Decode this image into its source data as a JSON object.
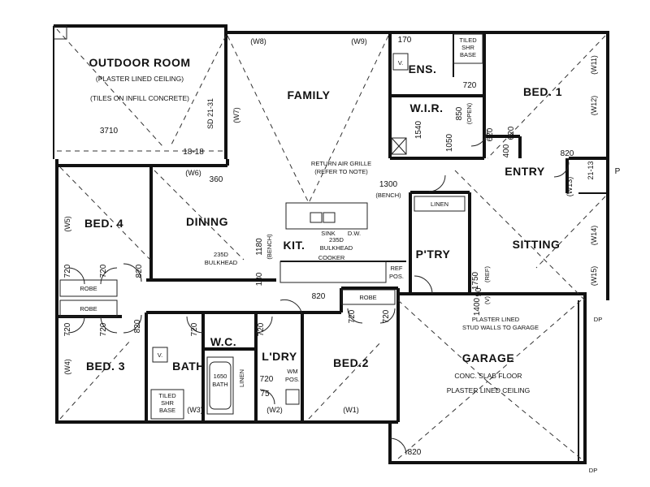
{
  "rooms": {
    "outdoor": "OUTDOOR ROOM",
    "outdoor_ceiling": "(PLASTER LINED CEILING)",
    "outdoor_tiles": "(TILES ON INFILL CONCRETE)",
    "family": "FAMILY",
    "ens": "ENS.",
    "bed1": "BED. 1",
    "wir": "W.I.R.",
    "dining": "DINING",
    "bed4": "BED. 4",
    "kit": "KIT.",
    "pantry": "P'TRY",
    "entry": "ENTRY",
    "sitting": "SITTING",
    "bed3": "BED. 3",
    "bath": "BATH",
    "wc": "W.C.",
    "laundry": "L'DRY",
    "bed2": "BED.2",
    "garage": "GARAGE",
    "garage_floor": "CONC. SLAB FLOOR",
    "garage_ceiling": "PLASTER LINED CEILING"
  },
  "windows": {
    "w1": "(W1)",
    "w2": "(W2)",
    "w3": "(W3)",
    "w4": "(W4)",
    "w5": "(W5)",
    "w6": "(W6)",
    "w7": "(W7)",
    "w8": "(W8)",
    "w9": "(W9)",
    "w11": "(W11)",
    "w12": "(W12)",
    "w13": "(W13)",
    "w14": "(W14)",
    "w15": "(W15)"
  },
  "dims": {
    "d3710": "3710",
    "d18_18": "18-18",
    "sd21_31": "SD 21-31",
    "d360": "360",
    "d170": "170",
    "d720_ens": "720",
    "d850": "850",
    "open": "(OPEN)",
    "d1540": "1540",
    "d1050": "1050",
    "d620a": "620",
    "d620b": "620",
    "d400": "400",
    "d820_entry": "820",
    "d21_13": "21-13",
    "d1300": "1300",
    "bench1": "(BENCH)",
    "d1180": "1180",
    "bench2": "(BENCH)",
    "d180": "180",
    "d1750": "1750",
    "d90": "90",
    "ref": "(REF)",
    "d1400": "1400",
    "vcol": "(V)",
    "d720_b4l": "720",
    "d720_b4r": "720",
    "d820_b4": "820",
    "d820_hall": "820",
    "d720_b3l": "720",
    "d720_b3r": "720",
    "d820_b3": "820",
    "d720_bath": "720",
    "d720_wc": "720",
    "d720_ldry": "720",
    "d720_bed2a": "720",
    "d720_bed2b": "720",
    "d75": "75",
    "d1650": "1650",
    "d820_gar": "820"
  },
  "labels": {
    "return_air": "RETURN AIR GRILLE",
    "refer_note": "(REFER TO NOTE)",
    "sink": "SINK",
    "dw": "D.W.",
    "bulkhead_a": "235D",
    "bulkhead_a2": "BULKHEAD",
    "bulkhead_b": "235D",
    "bulkhead_b2": "BULKHEAD",
    "cooker": "COOKER",
    "ref_pos": "REF",
    "ref_pos2": "POS.",
    "linen_top": "LINEN",
    "robe_b4": "ROBE",
    "robe_b3": "ROBE",
    "robe_bed2": "ROBE",
    "linen_bath": "LINEN",
    "bath_size": "1650",
    "bath_word": "BATH",
    "wm": "WM",
    "wm_pos": "POS.",
    "tiled_shr_1": "TILED",
    "tiled_shr_2": "SHR",
    "tiled_shr_3": "BASE",
    "tiled_ens_1": "TILED",
    "tiled_ens_2": "SHR",
    "tiled_ens_3": "BASE",
    "v_ens": "V.",
    "v_bath": "V.",
    "plaster_1": "PLASTER LINED",
    "plaster_2": "STUD WALLS TO GARAGE",
    "dp1": "DP",
    "dp2": "DP",
    "p_edge": "P"
  }
}
